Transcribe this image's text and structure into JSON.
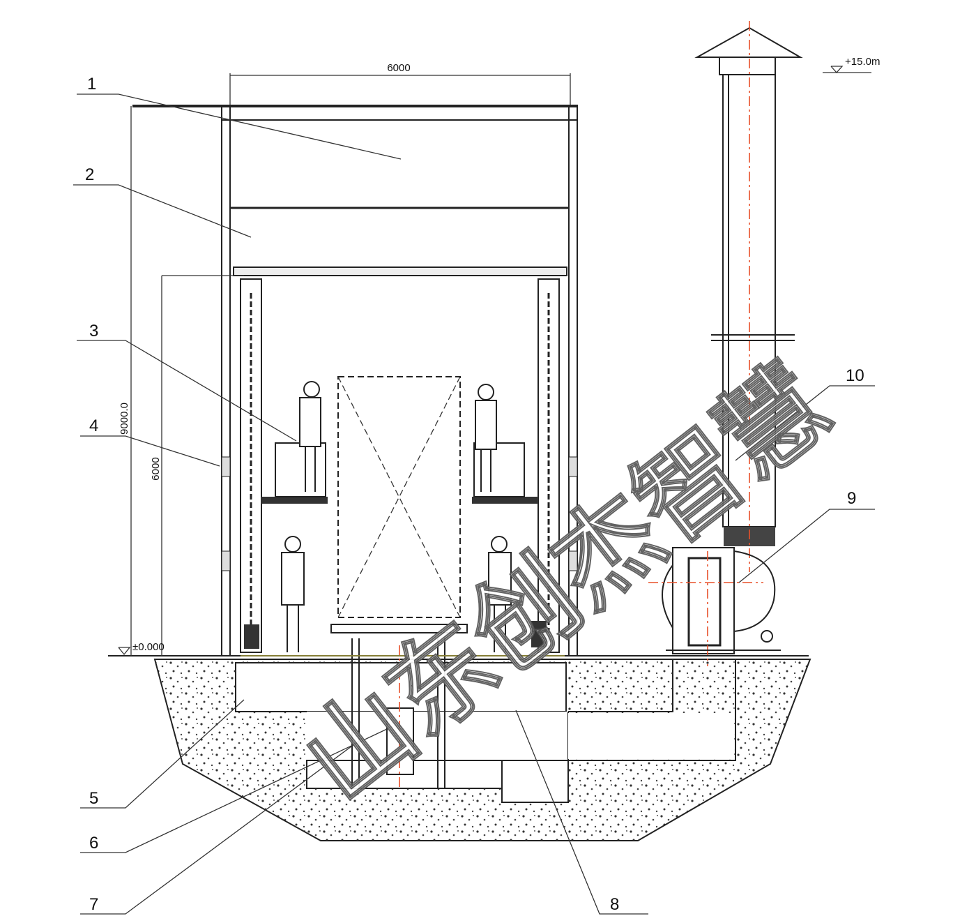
{
  "title": "Paint booth / spray room elevation drawing",
  "dimensions": {
    "width_top": "6000",
    "height_total": "9000.0",
    "height_inner": "6000",
    "stack_elevation": "+15.0m",
    "ground_elevation": "±0.000"
  },
  "callouts": [
    "1",
    "2",
    "3",
    "4",
    "5",
    "6",
    "7",
    "8",
    "9",
    "10"
  ],
  "watermark": "山东创杰智慧",
  "colors": {
    "line": "#222222",
    "centerline": "#e8502a",
    "concrete": "#dddddd"
  }
}
